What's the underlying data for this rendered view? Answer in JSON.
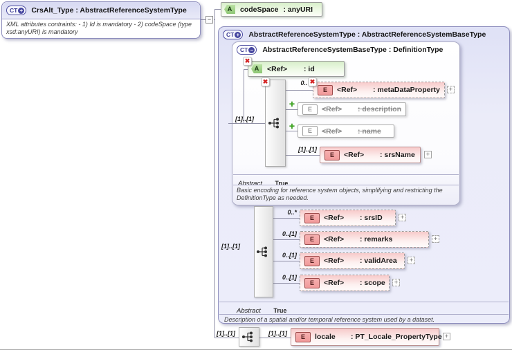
{
  "diagram": {
    "crsalt": {
      "badge": "CT",
      "op": "+",
      "title": "CrsAlt_Type : AbstractReferenceSystemType",
      "annotation": "XML attributes contraints: - 1) Id is mandatory - 2) codeSpace (type xsd:anyURI) is mandatory",
      "toggle": "−"
    },
    "codespace": {
      "badge": "A",
      "name": "codeSpace",
      "type": ": anyURI"
    },
    "outer": {
      "badge": "CT",
      "op": "+",
      "title": "AbstractReferenceSystemType : AbstractReferenceSystemBaseType",
      "abstract_label": "Abstract",
      "abstract_value": "True",
      "annotation": "Description of a spatial and/or temporal reference system used by a dataset.",
      "group_cardinality": "[1]..[1]",
      "elements": [
        {
          "cardinality": "0..*",
          "badge": "E",
          "name": "<Ref>",
          "type": ": srsID",
          "expand": "+"
        },
        {
          "cardinality": "0..[1]",
          "badge": "E",
          "name": "<Ref>",
          "type": ": remarks",
          "expand": "+"
        },
        {
          "cardinality": "0..[1]",
          "badge": "E",
          "name": "<Ref>",
          "type": ": validArea",
          "expand": "+"
        },
        {
          "cardinality": "0..[1]",
          "badge": "E",
          "name": "<Ref>",
          "type": ": scope",
          "expand": "+"
        }
      ]
    },
    "inner": {
      "badge": "CT",
      "op": "−",
      "title": "AbstractReferenceSystemBaseType : DefinitionType",
      "abstract_label": "Abstract",
      "abstract_value": "True",
      "annotation": "Basic encoding for reference system objects, simplifying and restricting the DefinitionType as needed.",
      "group_cardinality": "[1]..[1]",
      "id_attr": {
        "badge": "A",
        "name": "<Ref>",
        "type": ": id"
      },
      "elements": [
        {
          "cardinality": "0..*",
          "badge": "E",
          "name": "<Ref>",
          "type": ": metaDataProperty",
          "expand": "+"
        },
        {
          "badge": "E",
          "name": "<Ref>",
          "type": ": description"
        },
        {
          "badge": "E",
          "name": "<Ref>",
          "type": ": name"
        },
        {
          "cardinality": "[1]..[1]",
          "badge": "E",
          "name": "<Ref>",
          "type": ": srsName",
          "expand": "+"
        }
      ]
    },
    "locale": {
      "seq_cardinality": "[1]..[1]",
      "cardinality": "[1]..[1]",
      "badge": "E",
      "name": "locale",
      "type": ": PT_Locale_PropertyType",
      "expand": "+"
    }
  }
}
